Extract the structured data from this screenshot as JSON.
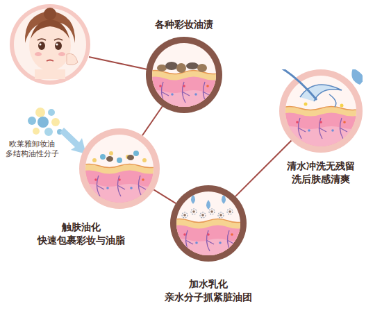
{
  "diagram": {
    "nodes": [
      {
        "text": [
          "各种彩妆油渍"
        ]
      },
      {
        "text": [
          "触肤油化",
          "快速包裹彩妆与油脂"
        ]
      },
      {
        "text": [
          "加水乳化",
          "亲水分子抓紧脏油团"
        ]
      },
      {
        "text": [
          "清水冲洗无残留",
          "洗后肤感清爽"
        ]
      }
    ],
    "edges": [
      {
        "from": 0,
        "to": 1,
        "arrow": "none"
      },
      {
        "from": 1,
        "to": 2,
        "arrow": "none"
      },
      {
        "from": 2,
        "to": 3,
        "arrow": "none"
      }
    ],
    "labels": [
      "欧莱雅卸妆油 多结构油性分子"
    ]
  }
}
